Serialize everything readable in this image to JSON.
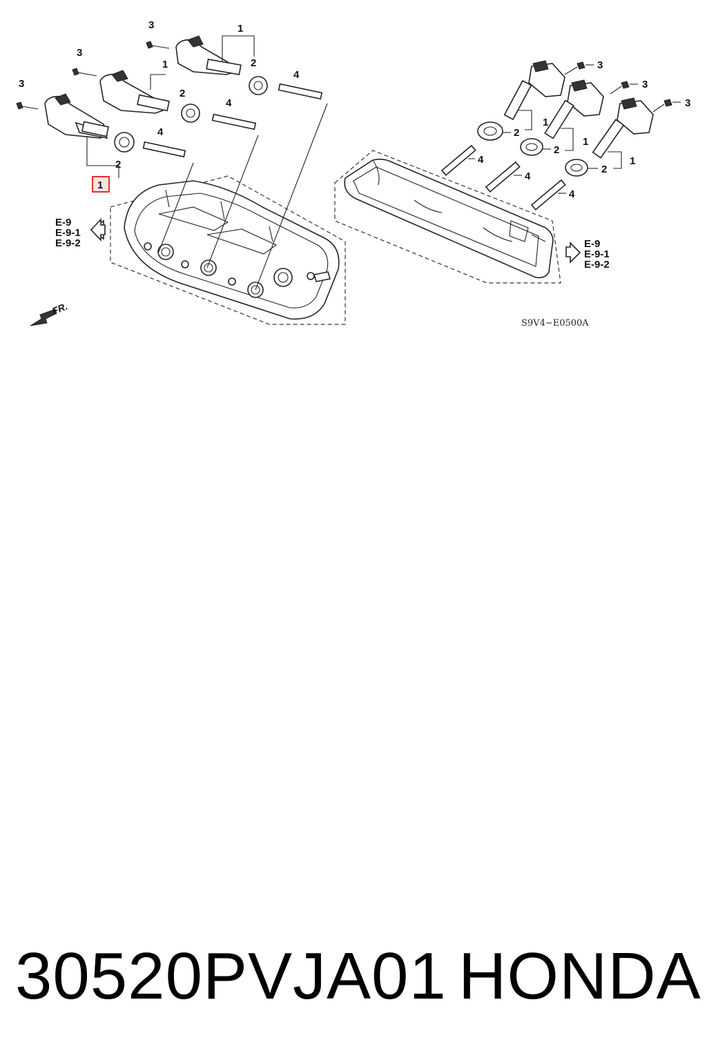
{
  "callouts": {
    "coil": "1",
    "seal": "2",
    "bolt": "3",
    "plug": "4",
    "highlight": "1"
  },
  "refs": {
    "left": [
      "E-9",
      "E-9-1",
      "E-9-2"
    ],
    "right": [
      "E-9",
      "E-9-1",
      "E-9-2"
    ]
  },
  "front_label": "FR.",
  "diagram_code": "S9V4−E0500A",
  "footer": {
    "part_number": "30520PVJA01",
    "brand": "HONDA"
  },
  "colors": {
    "highlight_border": "#e03030",
    "highlight_fill": "#fbe3e3"
  }
}
